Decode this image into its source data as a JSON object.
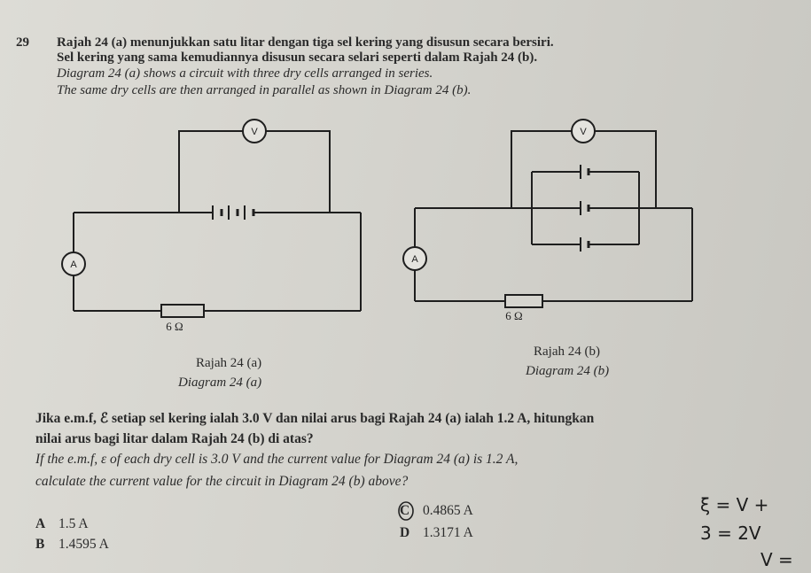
{
  "question": {
    "number": "29",
    "malay_line1": "Rajah 24 (a) menunjukkan satu litar dengan tiga sel kering yang disusun secara bersiri.",
    "malay_line2": "Sel kering yang sama kemudiannya disusun secara selari seperti dalam Rajah 24 (b).",
    "english_line1": "Diagram 24 (a) shows a circuit with three dry cells arranged in series.",
    "english_line2": "The same dry cells are  then arranged in parallel as shown in Diagram 24 (b)."
  },
  "diagram_a": {
    "voltmeter_label": "V",
    "ammeter_label": "A",
    "resistor_label": "6 Ω",
    "caption_malay": "Rajah 24 (a)",
    "caption_english": "Diagram 24 (a)"
  },
  "diagram_b": {
    "voltmeter_label": "V",
    "ammeter_label": "A",
    "resistor_label": "6 Ω",
    "caption_malay": "Rajah 24 (b)",
    "caption_english": "Diagram 24 (b)"
  },
  "stem": {
    "malay_line1": "Jika e.m.f, ℰ setiap sel kering ialah 3.0 V dan nilai arus bagi Rajah 24 (a) ialah 1.2 A, hitungkan",
    "malay_line2": "nilai arus bagi litar dalam Rajah 24 (b) di atas?",
    "english_line1": "If the e.m.f, ε of each dry cell is 3.0 V and the current value for Diagram 24 (a) is 1.2 A,",
    "english_line2": "calculate the current value for the circuit in Diagram 24 (b) above?"
  },
  "options": [
    {
      "letter": "A",
      "text": "1.5 A"
    },
    {
      "letter": "B",
      "text": "1.4595 A"
    },
    {
      "letter": "C",
      "text": "0.4865 A"
    },
    {
      "letter": "D",
      "text": "1.3171 A"
    }
  ],
  "handwriting": {
    "line1": "ξ = V +",
    "line2": "3 = 2V",
    "line3": "V ="
  }
}
